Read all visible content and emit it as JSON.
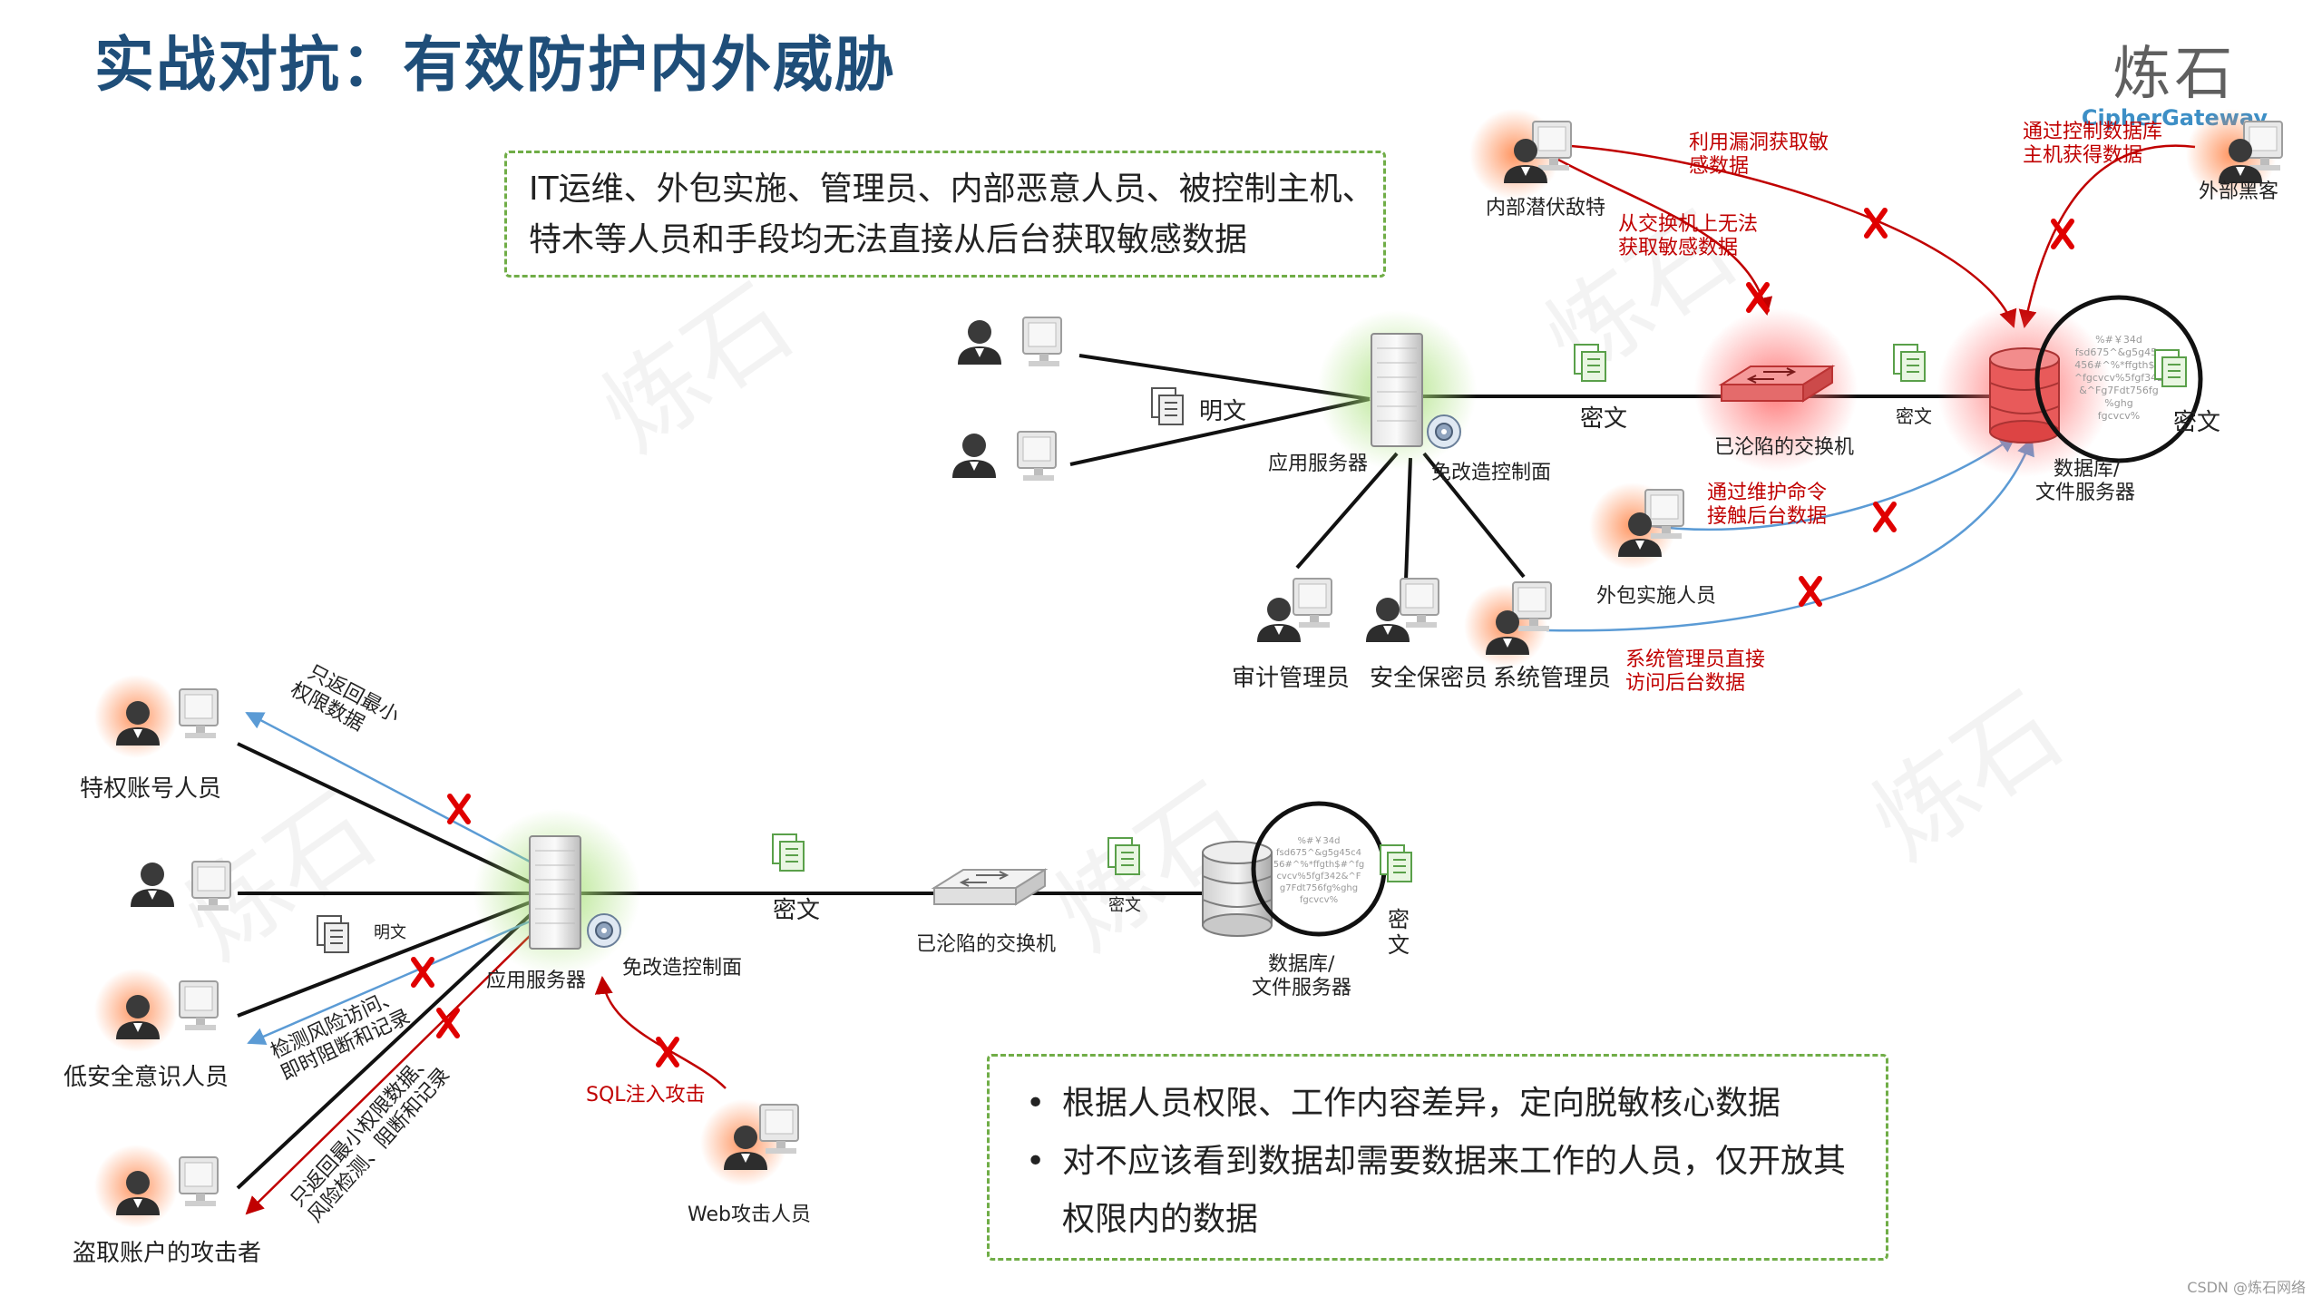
{
  "title": "实战对抗：有效防护内外威胁",
  "brand": {
    "cn": "炼石",
    "en": "CipherGateway"
  },
  "top_note": [
    "IT运维、外包实施、管理员、内部恶意人员、被控制主机、",
    "特木等人员和手段均无法直接从后台获取敏感数据"
  ],
  "bottom_note": [
    "根据人员权限、工作内容差异，定向脱敏核心数据",
    "对不应该看到数据却需要数据来工作的人员，仅开放其",
    "权限内的数据"
  ],
  "top": {
    "plaintext": "明文",
    "app_server": "应用服务器",
    "control_plane": "免改造控制面",
    "ciphertext1": "密文",
    "switch": "已沦陷的交换机",
    "ciphertext2": "密文",
    "db": [
      "数据库/",
      "文件服务器"
    ],
    "ciphertext3": "密文",
    "insider": "内部潜伏敌特",
    "insider_attack1": [
      "利用漏洞获取敏",
      "感数据"
    ],
    "insider_attack2": [
      "从交换机上无法",
      "获取敏感数据"
    ],
    "hacker": "外部黑客",
    "hacker_attack": [
      "通过控制数据库",
      "主机获得数据"
    ],
    "outsource": "外包实施人员",
    "outsource_attack": [
      "通过维护命令",
      "接触后台数据"
    ],
    "auditor": "审计管理员",
    "security_admin": "安全保密员",
    "sys_admin": "系统管理员",
    "sys_admin_attack": [
      "系统管理员直接",
      "访问后台数据"
    ],
    "enc_text": [
      "%#￥34d",
      "fsd675^&g5g45c",
      "456#^%*ffgth$#",
      "^fgcvcv%5fgf342",
      "&^Fg7Fdt756fg",
      "%ghg",
      "fgcvcv%"
    ]
  },
  "bottom": {
    "privileged": "特权账号人员",
    "privileged_note": [
      "只返回最小",
      "权限数据"
    ],
    "plaintext": "明文",
    "low_awareness": "低安全意识人员",
    "low_note": [
      "检测风险访问、",
      "即时阻断和记录"
    ],
    "thief": "盗取账户的攻击者",
    "thief_note": [
      "只返回最小权限数据、",
      "风险检测、阻断和记录"
    ],
    "app_server": "应用服务器",
    "control_plane": "免改造控制面",
    "ciphertext1": "密文",
    "switch": "已沦陷的交换机",
    "ciphertext2": "密文",
    "db": [
      "数据库/",
      "文件服务器"
    ],
    "ciphertext3": [
      "密",
      "文"
    ],
    "sql": "SQL注入攻击",
    "web_attacker": "Web攻击人员",
    "enc_text": [
      "%#￥34d",
      "fsd675^&g5g45c4",
      "56#^%*ffgth$#^fg",
      "cvcv%5fgf342&^F",
      "g7Fdt756fg%ghg",
      "fgcvcv%"
    ]
  },
  "footer": "CSDN @炼石网络",
  "colors": {
    "title": "#1f4e79",
    "red": "#c00000",
    "green_border": "#70ad47",
    "blue_line": "#5b9bd5"
  }
}
